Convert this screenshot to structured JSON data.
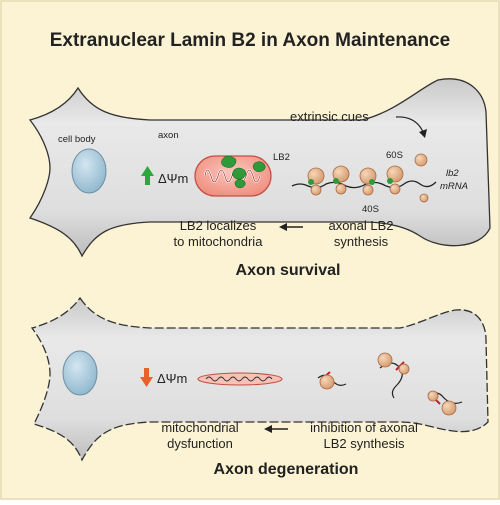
{
  "title": "Extranuclear Lamin B2 in Axon Maintenance",
  "top": {
    "cell_body": "cell body",
    "axon": "axon",
    "extrinsic_cues": "extrinsic cues",
    "lb2": "LB2",
    "sixty_s": "60S",
    "forty_s": "40S",
    "lb2_mrna_1": "lb2",
    "lb2_mrna_2": "mRNA",
    "delta_psi": "ΔΨm",
    "left_line1": "LB2 localizes",
    "left_line2": "to mitochondria",
    "right_line1": "axonal LB2",
    "right_line2": "synthesis",
    "caption": "Axon survival"
  },
  "bottom": {
    "delta_psi": "ΔΨm",
    "left_line1": "mitochondrial",
    "left_line2": "dysfunction",
    "right_line1": "inhibition of axonal",
    "right_line2": "LB2 synthesis",
    "caption": "Axon degeneration"
  },
  "colors": {
    "background": "#fbf3d3",
    "axon_fill": "#dcdcdc",
    "nucleus": "#a8c8dc",
    "mito_fill": "#f4a69a",
    "lb2_green": "#2e9a3a",
    "ribosome": "#e6b48a",
    "arrow_up": "#2ea83a",
    "arrow_down": "#e8602a",
    "red_fragment": "#c8202a"
  },
  "icons": [
    "up-arrow-icon",
    "down-arrow-icon",
    "left-arrow-icon",
    "curved-arrow-icon"
  ]
}
